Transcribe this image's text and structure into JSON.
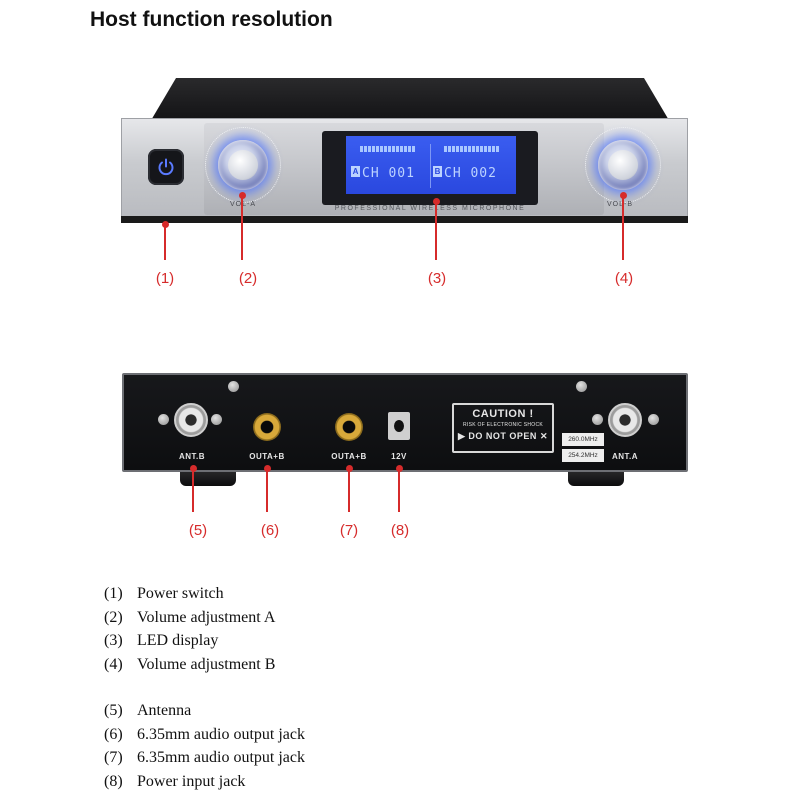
{
  "title": "Host function resolution",
  "front_panel": {
    "vol_a_label": "VOL-A",
    "vol_b_label": "VOL-B",
    "display": {
      "tag_a": "A",
      "tag_b": "B",
      "channel_a": "CH 001",
      "channel_b": "CH 002"
    },
    "brand_strip": "PROFESSIONAL WIRELESS MICROPHONE"
  },
  "front_callouts": [
    "(1)",
    "(2)",
    "(3)",
    "(4)"
  ],
  "rear_panel": {
    "ant_b": "ANT.B",
    "out_1": "OUTA+B",
    "out_2": "OUTA+B",
    "dc": "12V",
    "ant_a": "ANT.A",
    "caution_title": "CAUTION !",
    "caution_sub": "RISK OF ELECTRONIC SHOCK",
    "caution_warn": "DO NOT OPEN",
    "freq_1": "260.0MHz",
    "freq_2": "254.2MHz"
  },
  "rear_callouts": [
    "(5)",
    "(6)",
    "(7)",
    "(8)"
  ],
  "legend": {
    "group_1": [
      {
        "num": "(1)",
        "text": "Power switch"
      },
      {
        "num": "(2)",
        "text": "Volume adjustment A"
      },
      {
        "num": "(3)",
        "text": "LED display"
      },
      {
        "num": "(4)",
        "text": "Volume adjustment B"
      }
    ],
    "group_2": [
      {
        "num": "(5)",
        "text": "Antenna"
      },
      {
        "num": "(6)",
        "text": "6.35mm audio output jack"
      },
      {
        "num": "(7)",
        "text": "6.35mm audio output jack"
      },
      {
        "num": "(8)",
        "text": "Power input jack"
      }
    ]
  },
  "colors": {
    "callout": "#d62b2b",
    "display_blue": "#2a48df",
    "knob_glow": "#466eff"
  }
}
